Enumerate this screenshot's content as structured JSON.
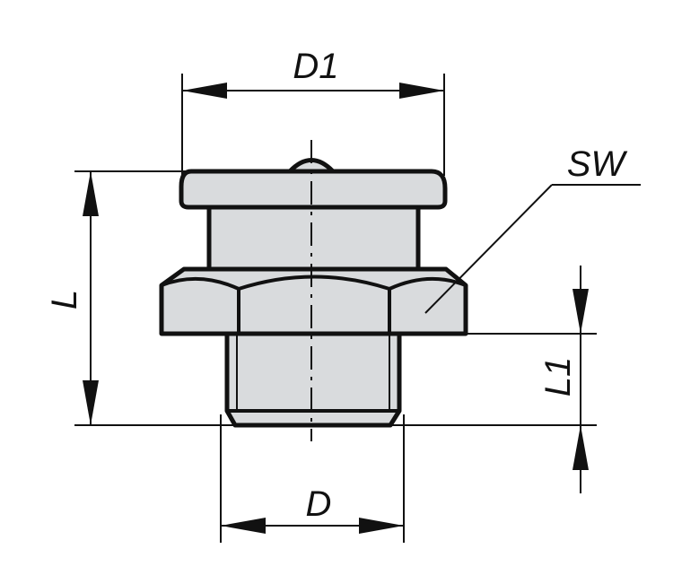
{
  "drawing": {
    "labels": {
      "d1": "D1",
      "sw": "SW",
      "l": "L",
      "l1": "L1",
      "d": "D"
    }
  }
}
